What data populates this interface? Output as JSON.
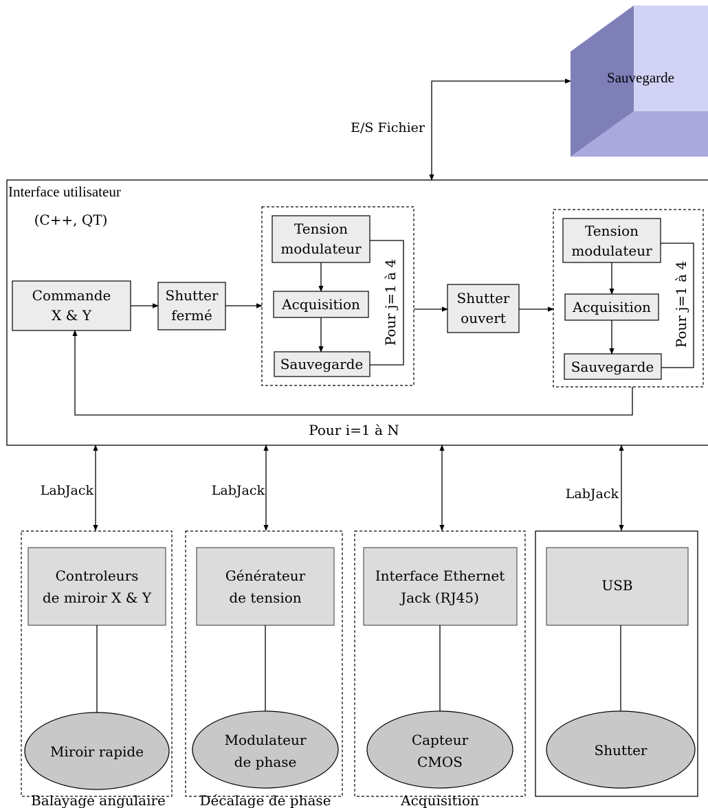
{
  "storage": {
    "label": "Sauvegarde",
    "file_io_label": "E/S Fichier"
  },
  "ui": {
    "title": "Interface utilisateur",
    "subtitle": "(C++, QT)",
    "command": {
      "line1": "Commande",
      "line2": "X & Y"
    },
    "shutter_closed": {
      "line1": "Shutter",
      "line2": "fermé"
    },
    "shutter_open": {
      "line1": "Shutter",
      "line2": "ouvert"
    },
    "loop_a": {
      "tension_line1": "Tension",
      "tension_line2": "modulateur",
      "acquisition": "Acquisition",
      "save": "Sauvegarde",
      "loop_label": "Pour j=1 à 4"
    },
    "loop_b": {
      "tension_line1": "Tension",
      "tension_line2": "modulateur",
      "acquisition": "Acquisition",
      "save": "Sauvegarde",
      "loop_label": "Pour j=1 à 4"
    },
    "outer_loop_label": "Pour i=1 à N"
  },
  "links": {
    "scan": "LabJack",
    "phase": "LabJack",
    "shutter": "LabJack"
  },
  "modules": [
    {
      "hardware_line1": "Controleurs",
      "hardware_line2": "de miroir X & Y",
      "device_line1": "Miroir rapide",
      "device_line2": "",
      "caption": "Balayage angulaire"
    },
    {
      "hardware_line1": "Générateur",
      "hardware_line2": "de tension",
      "device_line1": "Modulateur",
      "device_line2": "de phase",
      "caption": "Décalage de phase"
    },
    {
      "hardware_line1": "Interface Ethernet",
      "hardware_line2": "Jack (RJ45)",
      "device_line1": "Capteur",
      "device_line2": "CMOS",
      "caption": "Acquisition"
    },
    {
      "hardware_line1": "USB",
      "hardware_line2": "",
      "device_line1": "Shutter",
      "device_line2": "",
      "caption": ""
    }
  ],
  "colors": {
    "cube_front": "#7f7fb8",
    "cube_right": "#d2d2f6",
    "cube_bottom": "#a9a9de",
    "box_fill": "#ececec",
    "hardware_fill": "#dcdcdc",
    "device_fill": "#c8c8c8"
  }
}
